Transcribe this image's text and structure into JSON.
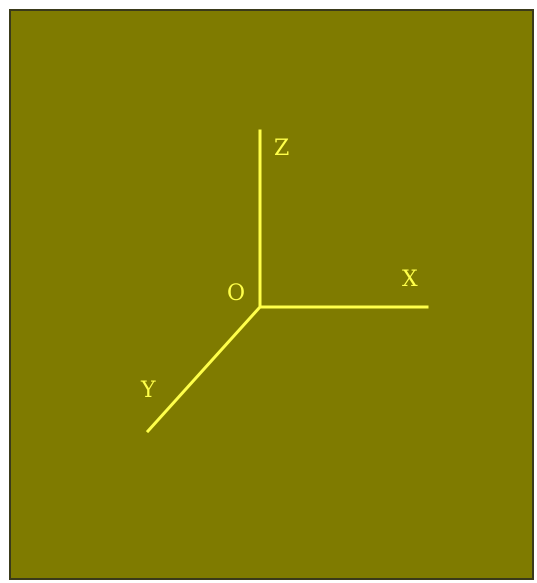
{
  "diagram": {
    "axes": {
      "z_label": "Z",
      "x_label": "X",
      "y_label": "Y",
      "origin_label": "O"
    }
  },
  "colors": {
    "background": "#7f7b00",
    "axis": "#ffff4a",
    "border": "#3a3a1a"
  }
}
